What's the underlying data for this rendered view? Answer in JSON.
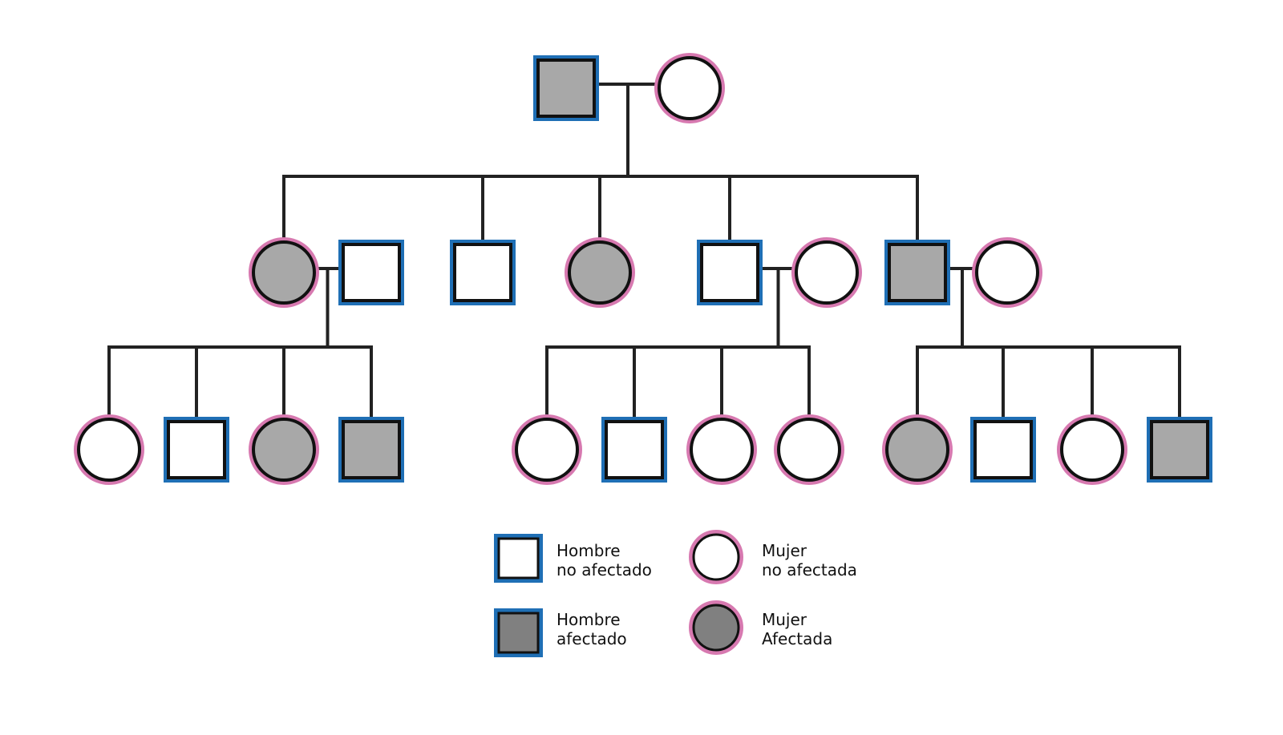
{
  "colors": {
    "line": "#222222",
    "male_border": "#1f6fb5",
    "female_border": "#d779b0",
    "affected_fill": "#a8a8a8",
    "legend_affected_fill": "#808080",
    "unaffected_fill": "#ffffff"
  },
  "pedigree": {
    "generations": [
      {
        "id": "I",
        "individuals": [
          {
            "id": "I-1",
            "sex": "male",
            "affected": true
          },
          {
            "id": "I-2",
            "sex": "female",
            "affected": false
          }
        ]
      },
      {
        "id": "II",
        "individuals": [
          {
            "id": "II-1",
            "sex": "female",
            "affected": true
          },
          {
            "id": "II-1-spouse",
            "sex": "male",
            "affected": false
          },
          {
            "id": "II-2",
            "sex": "male",
            "affected": false
          },
          {
            "id": "II-3",
            "sex": "female",
            "affected": true
          },
          {
            "id": "II-4",
            "sex": "male",
            "affected": false
          },
          {
            "id": "II-4-spouse",
            "sex": "female",
            "affected": false
          },
          {
            "id": "II-5",
            "sex": "male",
            "affected": true
          },
          {
            "id": "II-5-spouse",
            "sex": "female",
            "affected": false
          }
        ]
      },
      {
        "id": "III",
        "individuals": [
          {
            "id": "III-1",
            "sex": "female",
            "affected": false
          },
          {
            "id": "III-2",
            "sex": "male",
            "affected": false
          },
          {
            "id": "III-3",
            "sex": "female",
            "affected": true
          },
          {
            "id": "III-4",
            "sex": "male",
            "affected": true
          },
          {
            "id": "III-5",
            "sex": "female",
            "affected": false
          },
          {
            "id": "III-6",
            "sex": "male",
            "affected": false
          },
          {
            "id": "III-7",
            "sex": "female",
            "affected": false
          },
          {
            "id": "III-8",
            "sex": "female",
            "affected": false
          },
          {
            "id": "III-9",
            "sex": "female",
            "affected": true
          },
          {
            "id": "III-10",
            "sex": "male",
            "affected": false
          },
          {
            "id": "III-11",
            "sex": "female",
            "affected": false
          },
          {
            "id": "III-12",
            "sex": "male",
            "affected": true
          }
        ]
      }
    ],
    "families": [
      {
        "parents": [
          "I-1",
          "I-2"
        ],
        "children": [
          "II-1",
          "II-2",
          "II-3",
          "II-4",
          "II-5"
        ]
      },
      {
        "parents": [
          "II-1",
          "II-1-spouse"
        ],
        "children": [
          "III-1",
          "III-2",
          "III-3",
          "III-4"
        ]
      },
      {
        "parents": [
          "II-4",
          "II-4-spouse"
        ],
        "children": [
          "III-5",
          "III-6",
          "III-7",
          "III-8"
        ]
      },
      {
        "parents": [
          "II-5",
          "II-5-spouse"
        ],
        "children": [
          "III-9",
          "III-10",
          "III-11",
          "III-12"
        ]
      }
    ]
  },
  "legend": {
    "items": [
      {
        "id": "male-unaffected",
        "sex": "male",
        "affected": false,
        "line1": "Hombre",
        "line2": "no afectado"
      },
      {
        "id": "female-unaffected",
        "sex": "female",
        "affected": false,
        "line1": "Mujer",
        "line2": "no afectada"
      },
      {
        "id": "male-affected",
        "sex": "male",
        "affected": true,
        "line1": "Hombre",
        "line2": "afectado"
      },
      {
        "id": "female-affected",
        "sex": "female",
        "affected": true,
        "line1": "Mujer",
        "line2": "Afectada"
      }
    ]
  }
}
